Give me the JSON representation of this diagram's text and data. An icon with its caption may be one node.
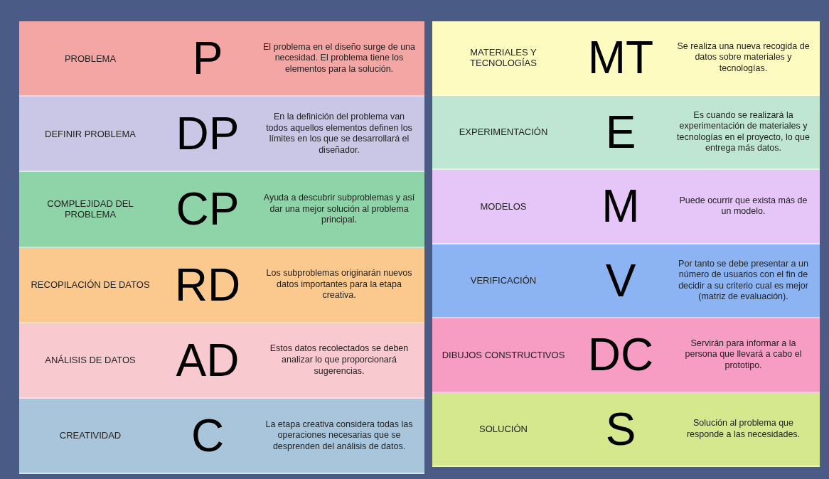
{
  "diagram": {
    "nodes": [
      {
        "text": [
          "PROBLEMA",
          "P",
          "El problema en el diseño surge de una necesidad. El problema tiene los elementos para la solución."
        ]
      },
      {
        "text": [
          "DEFINIR PROBLEMA",
          "DP",
          "En la definición del problema van todos aquellos elementos definen los límites en los que se desarrollará el diseñador."
        ]
      },
      {
        "text": [
          "COMPLEJIDAD DEL PROBLEMA",
          "CP",
          "Ayuda a descubrir subproblemas y así dar una mejor solución al problema principal."
        ]
      },
      {
        "text": [
          "RECOPILACIÓN DE DATOS",
          "RD",
          "Los subproblemas originarán nuevos datos importantes para la etapa creativa."
        ]
      },
      {
        "text": [
          "ANÁLISIS DE DATOS",
          "AD",
          "Estos datos recolectados se deben analizar lo que proporcionará sugerencias."
        ]
      },
      {
        "text": [
          "CREATIVIDAD",
          "C",
          "La etapa creativa considera todas las operaciones necesarias que se desprenden del análisis de datos."
        ]
      },
      {
        "text": [
          "MATERIALES Y TECNOLOGÍAS",
          "MT",
          "Se realiza una nueva recogida de datos sobre materiales y tecnologías."
        ]
      },
      {
        "text": [
          "EXPERIMENTACIÓN",
          "E",
          "Es cuando se realizará la experimentación de materiales y tecnologías en el proyecto, lo que entrega más datos."
        ]
      },
      {
        "text": [
          "MODELOS",
          "M",
          "Puede ocurrir que exista más de un modelo."
        ]
      },
      {
        "text": [
          "VERIFICACIÓN",
          "V",
          "Por tanto se debe presentar a un número de usuarios con el fin de decidir a su criterio cual es mejor (matriz de evaluación)."
        ]
      },
      {
        "text": [
          "DIBUJOS CONSTRUCTIVOS",
          "DC",
          "Servirán para informar a la persona que llevará a cabo el prototipo."
        ]
      },
      {
        "text": [
          "SOLUCIÓN",
          "S",
          "Solución al problema que responde a las necesidades."
        ]
      }
    ]
  }
}
